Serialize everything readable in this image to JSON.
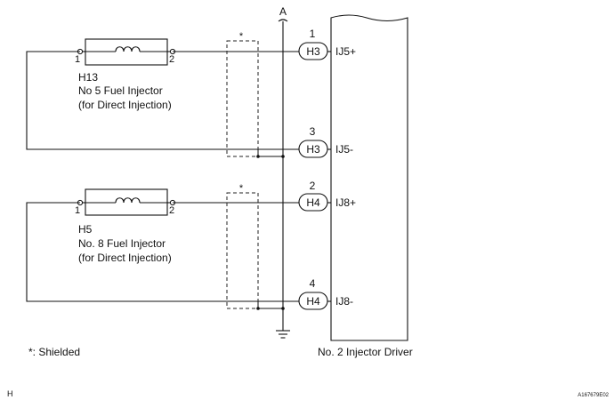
{
  "bus_label": "A",
  "shield_marker": "*",
  "shield_legend": "*: Shielded",
  "driver_label": "No. 2 Injector Driver",
  "page_code": "H",
  "figure_id": "A167679E02",
  "injectors": [
    {
      "code": "H13",
      "name": "No  5 Fuel Injector",
      "note": "(for Direct Injection)",
      "pin_left": "1",
      "pin_right": "2",
      "signal_pin": "1",
      "signal_connector": "H3",
      "signal_name": "IJ5+",
      "return_pin": "3",
      "return_connector": "H3",
      "return_name": "IJ5-"
    },
    {
      "code": "H5",
      "name": "No. 8 Fuel Injector",
      "note": "(for Direct Injection)",
      "pin_left": "1",
      "pin_right": "2",
      "signal_pin": "2",
      "signal_connector": "H4",
      "signal_name": "IJ8+",
      "return_pin": "4",
      "return_connector": "H4",
      "return_name": "IJ8-"
    }
  ]
}
